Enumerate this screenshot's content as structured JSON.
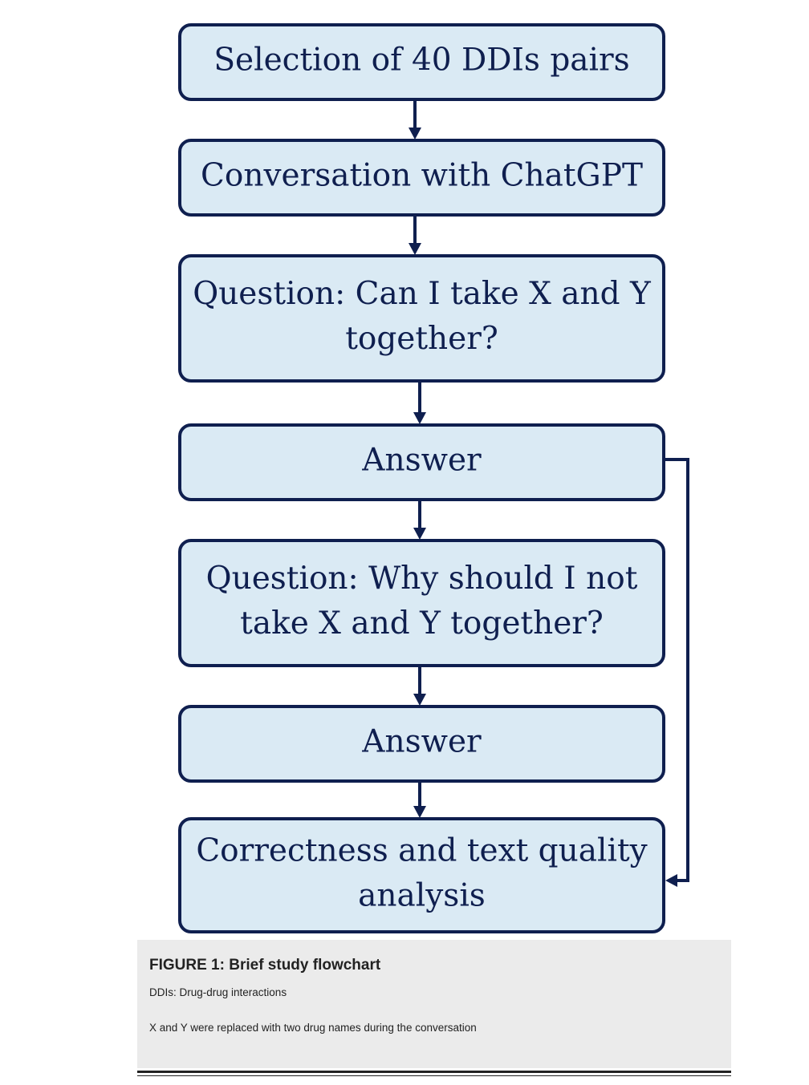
{
  "diagram": {
    "colors": {
      "box_fill": "#daeaf4",
      "box_stroke": "#0f1f4f",
      "text": "#0f1f4f"
    },
    "steps": [
      {
        "lines": [
          "Selection of 40 DDIs pairs"
        ]
      },
      {
        "lines": [
          "Conversation with ChatGPT"
        ]
      },
      {
        "lines": [
          "Question: Can I take X and Y",
          "together?"
        ]
      },
      {
        "lines": [
          "Answer"
        ]
      },
      {
        "lines": [
          "Question: Why should I not",
          "take X and Y together?"
        ]
      },
      {
        "lines": [
          "Answer"
        ]
      },
      {
        "lines": [
          "Correctness and text quality",
          "analysis"
        ]
      }
    ]
  },
  "caption": {
    "title": "FIGURE 1: Brief study flowchart",
    "line1": "DDIs: Drug-drug interactions",
    "line2": "X and Y were replaced with two drug names during the conversation"
  }
}
